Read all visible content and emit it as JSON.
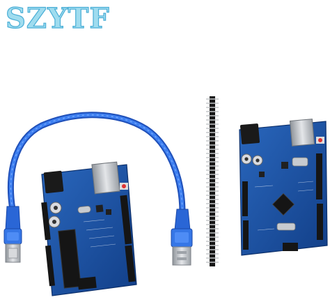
{
  "watermark": {
    "text": "SZYTF"
  },
  "colors": {
    "background": "#ffffff",
    "board": "#1a55a6",
    "board_dark": "#0f3b80",
    "board_edge": "#2a6cc0",
    "cable": "#2f6fe0",
    "cable_dark": "#1f4fb8",
    "cable_light": "#5f9bff",
    "header_black": "#151515",
    "metal": "#c9ccd1",
    "watermark_fill": "#9fdcef",
    "watermark_stroke": "#4aaed6"
  },
  "objects": [
    {
      "name": "usb-cable",
      "kind": "USB A to B cable"
    },
    {
      "name": "arduino-uno-dip-board",
      "kind": "development board with DIP microcontroller"
    },
    {
      "name": "pin-header-strip",
      "kind": "male pin header strip"
    },
    {
      "name": "arduino-uno-smd-board",
      "kind": "development board with SMD microcontroller"
    }
  ]
}
